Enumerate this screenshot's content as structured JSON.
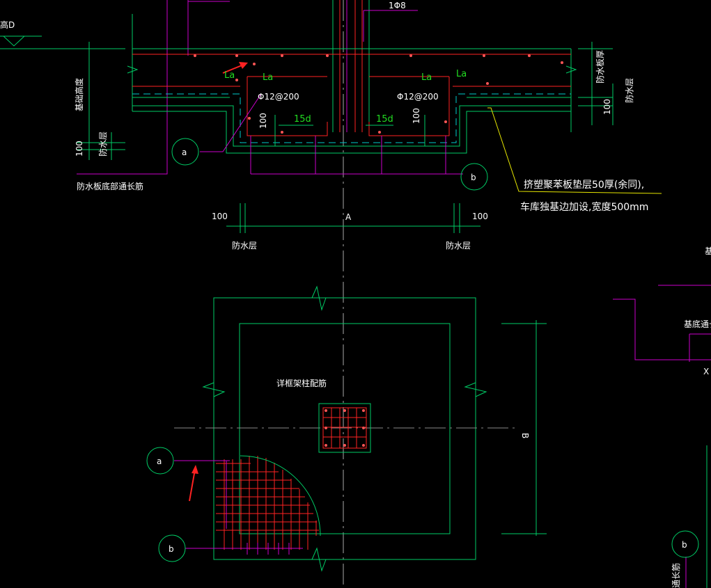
{
  "section": {
    "cut_elevation_label": "高D",
    "top_rebar_label": "1Φ8",
    "anchorage_labels": [
      "La",
      "La",
      "La",
      "La"
    ],
    "rebar_spacing_labels": [
      "Φ12@200",
      "Φ12@200"
    ],
    "hook_labels": [
      "15d",
      "15d"
    ],
    "cover_labels": [
      "100",
      "100"
    ],
    "left_height_label": "基础高度",
    "left_waterproof_label": "防水层",
    "left_offset_label": "100",
    "bottom_bar_label": "防水板底部通长筋",
    "right_thickness_label": "防水板厚",
    "right_waterproof_label": "防水层",
    "right_offset_label": "100",
    "callout_a": "a",
    "callout_b": "b",
    "note_line1": "挤塑聚苯板垫层50厚(余同),",
    "note_line2": "车库独基边加设,宽度500mm",
    "dim_left": "100",
    "dim_right": "100",
    "dim_span": "A",
    "waterproof_left": "防水层",
    "waterproof_right": "防水层"
  },
  "plan": {
    "column_note": "详框架柱配筋",
    "dim_b": "B",
    "callout_a": "a",
    "callout_b": "b"
  },
  "right_fragment": {
    "label_base": "基底通长",
    "label_x": "X",
    "callout_b": "b",
    "vertical_label": "通长筋",
    "top_char": "基"
  },
  "colors": {
    "background": "#000000",
    "outline": "#00cc66",
    "rebar": "#ff2222",
    "leader": "#cc00cc",
    "dimension": "#ffffff",
    "anchor_text": "#22dd22",
    "waterproof_dash": "#00cccc",
    "arrow": "#ff2222",
    "note_leader": "#e6e600"
  }
}
